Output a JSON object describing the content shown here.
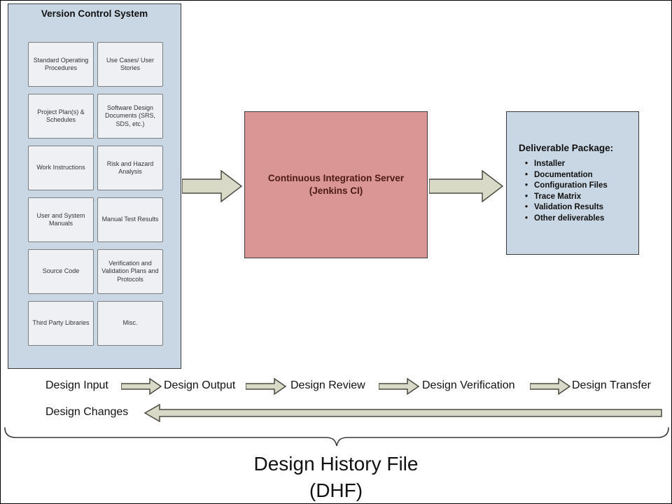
{
  "vcs": {
    "title": "Version Control System",
    "items": [
      "Standard Operating Procedures",
      "Use Cases/ User Stories",
      "Project Plan(s) & Schedules",
      "Software Design Documents (SRS, SDS, etc.)",
      "Work Instructions",
      "Risk and Hazard Analysis",
      "User and System Manuals",
      "Manual Test Results",
      "Source Code",
      "Verification and Validation Plans and Protocols",
      "Third Party Libraries",
      "Misc."
    ]
  },
  "ci_server": {
    "line1": "Continuous Integration Server",
    "line2": "(Jenkins CI)"
  },
  "deliverable": {
    "title": "Deliverable Package:",
    "bullet_char": "•",
    "items": [
      "Installer",
      "Documentation",
      "Configuration Files",
      "Trace Matrix",
      "Validation Results",
      "Other deliverables"
    ]
  },
  "flow": {
    "labels": [
      "Design Input",
      "Design Output",
      "Design Review",
      "Design Verification",
      "Design Transfer"
    ],
    "changes_label": "Design Changes"
  },
  "footer": {
    "title": "Design History File",
    "subtitle": "(DHF)"
  },
  "colors": {
    "box_blue": "#c9d6e4",
    "box_salmon": "#d99694",
    "inner_box": "#eef0f4",
    "arrow_fill": "#d8d9c6",
    "ci_text": "#4d1a14",
    "border_dark": "#3c3c3c"
  }
}
